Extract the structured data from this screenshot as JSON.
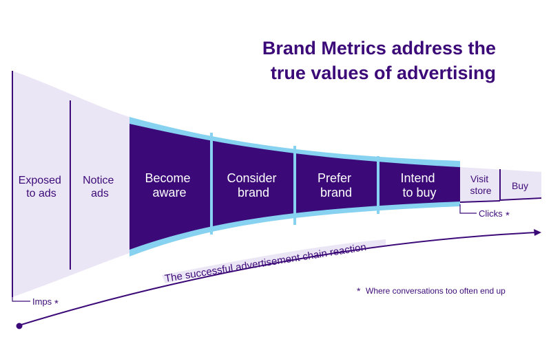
{
  "title": {
    "line1": "Brand Metrics address the",
    "line2": "true values of advertising"
  },
  "stages": {
    "exposed": [
      "Exposed",
      "to ads"
    ],
    "notice": [
      "Notice",
      "ads"
    ],
    "become": [
      "Become",
      "aware"
    ],
    "consider": [
      "Consider",
      "brand"
    ],
    "prefer": [
      "Prefer",
      "brand"
    ],
    "intend": [
      "Intend",
      "to buy"
    ],
    "visit": [
      "Visit",
      "store"
    ],
    "buy": "Buy"
  },
  "labels": {
    "imps": "Imps",
    "clicks": "Clicks",
    "asterisk": "*",
    "chain": "The successful advertisement chain reaction",
    "footnote": "Where conversations too often end up"
  },
  "colors": {
    "dark_purple": "#3c0a78",
    "light_lavender": "#ebe6f5",
    "light_blue": "#87d2f0",
    "text_purple": "#3c0a78"
  }
}
